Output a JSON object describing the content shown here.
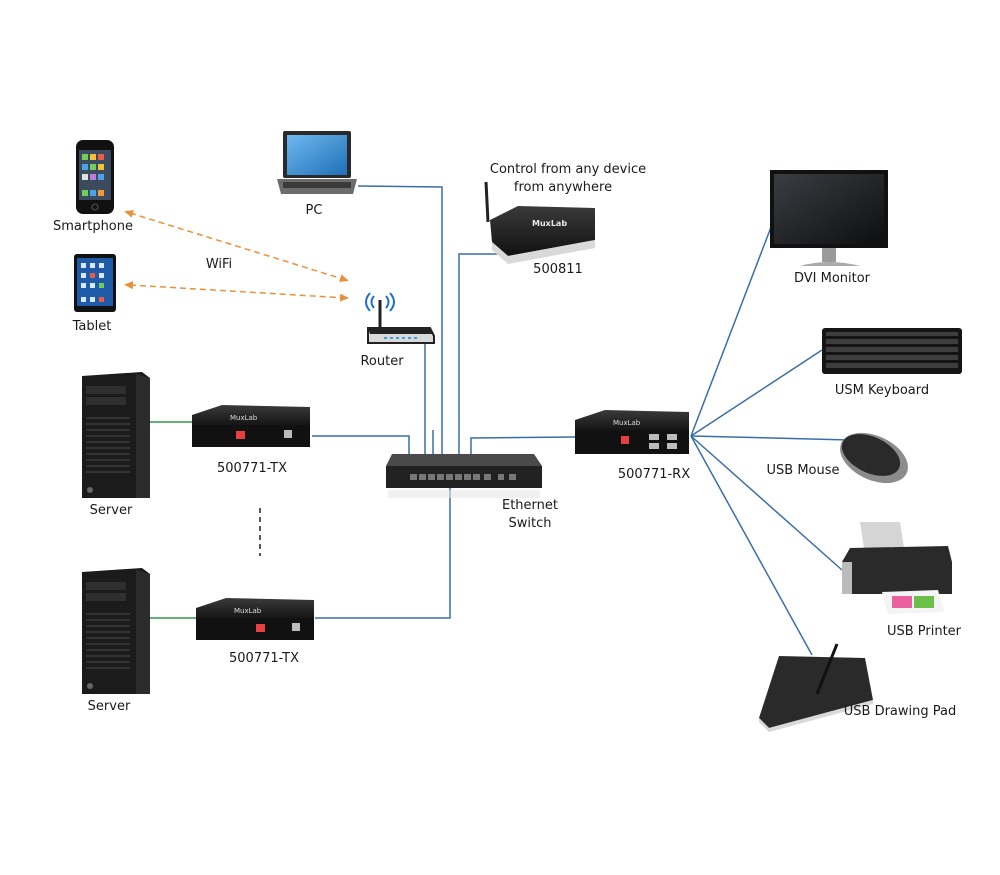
{
  "diagram": {
    "title": "",
    "colors": {
      "wired_link": "#3a6ea8",
      "wifi_link": "#e8913a",
      "local_link": "#2a9a4a",
      "device_dark": "#1e1e1e"
    },
    "nodes": {
      "smartphone": {
        "label": "Smartphone",
        "icon": "smartphone-icon"
      },
      "tablet": {
        "label": "Tablet",
        "icon": "tablet-icon"
      },
      "pc": {
        "label": "PC",
        "icon": "laptop-icon"
      },
      "router": {
        "label": "Router",
        "icon": "router-icon"
      },
      "controller": {
        "label": "500811",
        "caption_line1": "Control from any device",
        "caption_line2": "from anywhere",
        "icon": "network-controller-icon"
      },
      "switch": {
        "label_line1": "Ethernet",
        "label_line2": "Switch",
        "icon": "ethernet-switch-icon"
      },
      "server1": {
        "label": "Server",
        "icon": "server-tower-icon"
      },
      "server2": {
        "label": "Server",
        "icon": "server-tower-icon"
      },
      "tx1": {
        "label": "500771-TX",
        "icon": "kvm-transmitter-icon"
      },
      "tx2": {
        "label": "500771-TX",
        "icon": "kvm-transmitter-icon"
      },
      "rx": {
        "label": "500771-RX",
        "icon": "kvm-receiver-icon"
      },
      "monitor": {
        "label": "DVI Monitor",
        "icon": "monitor-icon"
      },
      "keyboard": {
        "label": "USM Keyboard",
        "icon": "keyboard-icon"
      },
      "mouse": {
        "label": "USB Mouse",
        "icon": "mouse-icon"
      },
      "printer": {
        "label": "USB Printer",
        "icon": "printer-icon"
      },
      "drawing_pad": {
        "label": "USB Drawing Pad",
        "icon": "drawing-tablet-icon"
      }
    },
    "wifi_label": "WiFi",
    "edges": [
      {
        "from": "smartphone",
        "to": "router",
        "type": "wifi",
        "bidirectional": true
      },
      {
        "from": "tablet",
        "to": "router",
        "type": "wifi",
        "bidirectional": true
      },
      {
        "from": "pc",
        "to": "switch",
        "type": "wired"
      },
      {
        "from": "router",
        "to": "switch",
        "type": "wired"
      },
      {
        "from": "controller",
        "to": "switch",
        "type": "wired"
      },
      {
        "from": "tx1",
        "to": "switch",
        "type": "wired"
      },
      {
        "from": "tx2",
        "to": "switch",
        "type": "wired"
      },
      {
        "from": "rx",
        "to": "switch",
        "type": "wired"
      },
      {
        "from": "server1",
        "to": "tx1",
        "type": "local"
      },
      {
        "from": "server2",
        "to": "tx2",
        "type": "local"
      },
      {
        "from": "rx",
        "to": "monitor",
        "type": "wired"
      },
      {
        "from": "rx",
        "to": "keyboard",
        "type": "wired"
      },
      {
        "from": "rx",
        "to": "mouse",
        "type": "wired"
      },
      {
        "from": "rx",
        "to": "printer",
        "type": "wired"
      },
      {
        "from": "rx",
        "to": "drawing_pad",
        "type": "wired"
      }
    ],
    "ellipsis": "more servers (dashed)"
  }
}
